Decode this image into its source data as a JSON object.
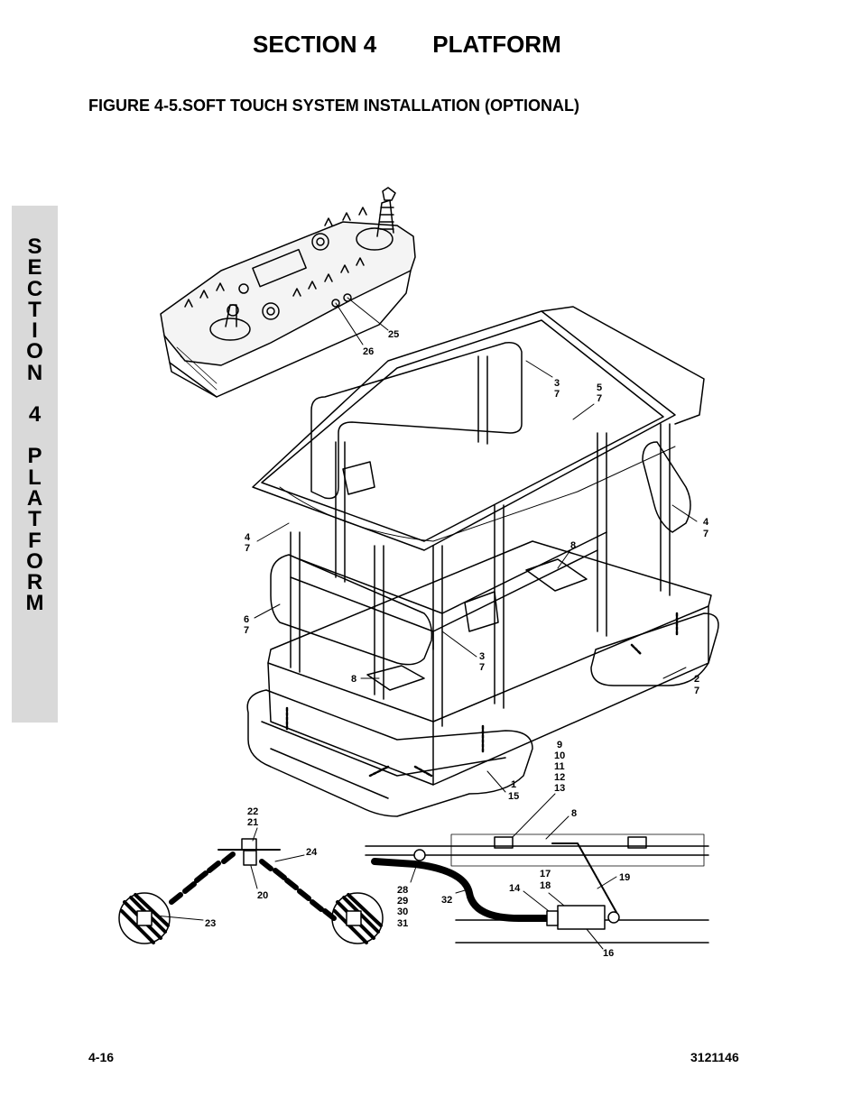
{
  "header": {
    "section": "SECTION 4",
    "title": "PLATFORM"
  },
  "figure_title": "FIGURE 4-5.SOFT TOUCH SYSTEM INSTALLATION (OPTIONAL)",
  "side_tab": [
    "S",
    "E",
    "C",
    "T",
    "I",
    "O",
    "N",
    "",
    "4",
    "",
    "P",
    "L",
    "A",
    "T",
    "F",
    "O",
    "R",
    "M"
  ],
  "callouts": {
    "c25": "25",
    "c26": "26",
    "c3a_1": "3",
    "c3a_2": "7",
    "c5_1": "5",
    "c5_2": "7",
    "c4a_1": "4",
    "c4a_2": "7",
    "c4b_1": "4",
    "c4b_2": "7",
    "c8a": "8",
    "c8b": "8",
    "c6_1": "6",
    "c6_2": "7",
    "c3b_1": "3",
    "c3b_2": "7",
    "c2_1": "2",
    "c2_2": "7",
    "c1_1": "1",
    "c1_2": "15",
    "c9": "9",
    "c10": "10",
    "c11": "11",
    "c12": "12",
    "c13": "13",
    "c8c": "8",
    "c22": "22",
    "c21": "21",
    "c24": "24",
    "c20": "20",
    "c23": "23",
    "c17": "17",
    "c18": "18",
    "c19": "19",
    "c14": "14",
    "c16": "16",
    "c28": "28",
    "c29": "29",
    "c30": "30",
    "c31": "31",
    "c32": "32"
  },
  "footer": {
    "page": "4-16",
    "doc_number": "3121146"
  }
}
